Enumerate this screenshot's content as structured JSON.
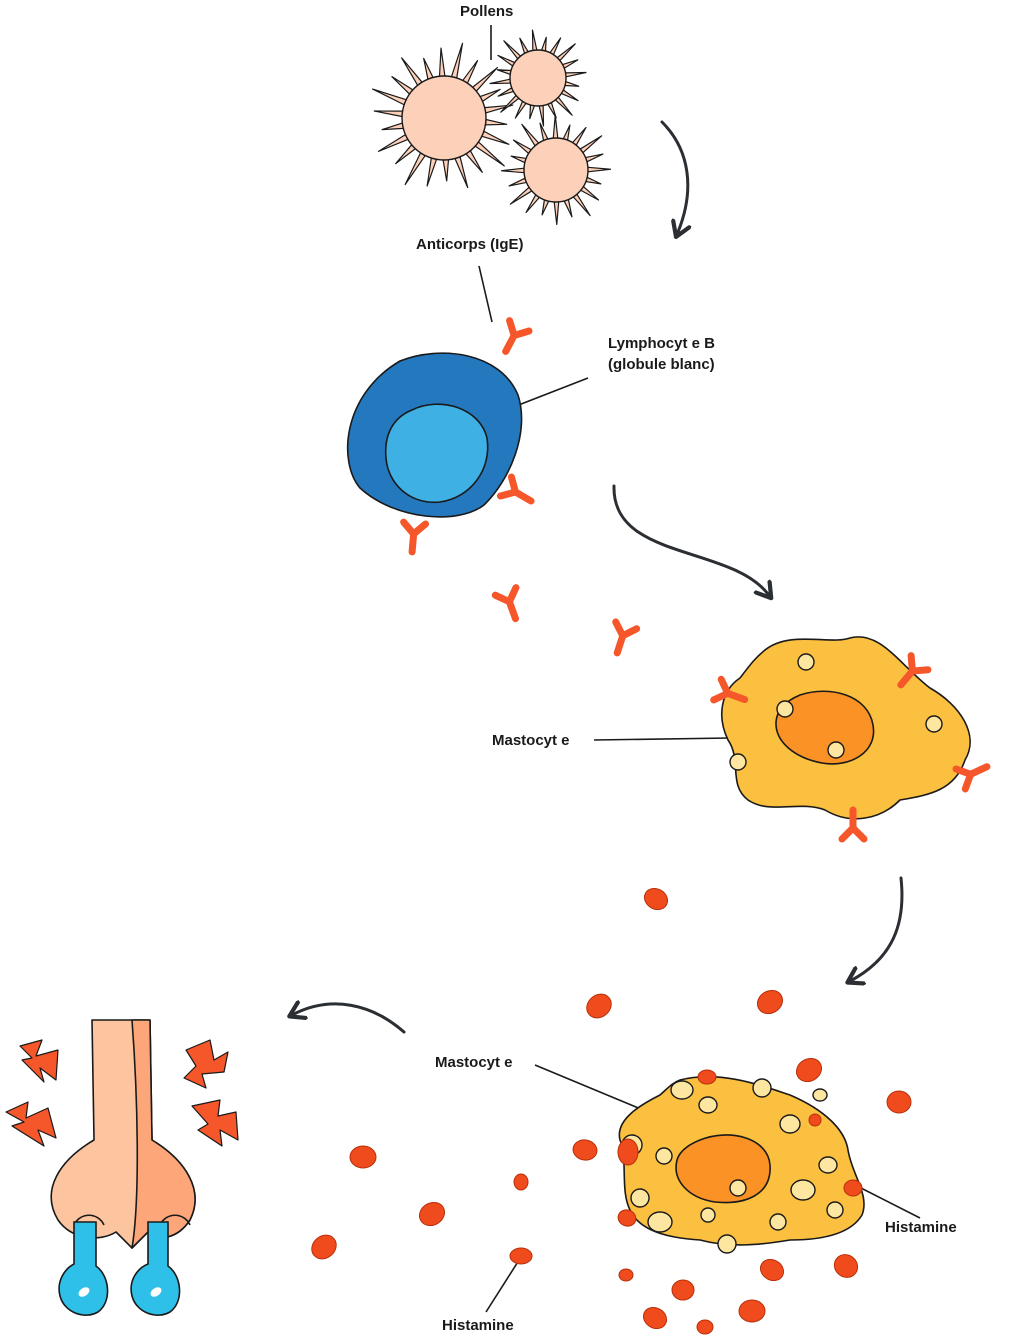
{
  "labels": {
    "pollens": "Pollens",
    "anticorps": "Anticorps (IgE)",
    "lymphocyte_line1": "Lymphocyt e B",
    "lymphocyte_line2": "(globule blanc)",
    "mastocyte_1": "Mastocyt e",
    "mastocyte_2": "Mastocyt e",
    "histamine_right": "Histamine",
    "histamine_bottom": "Histamine"
  },
  "colors": {
    "pollen": "#fdd0b9",
    "antibody": "#f5562a",
    "lymphocyte_outer": "#2478be",
    "lymphocyte_inner": "#3fb0e3",
    "mastocyte_body": "#fcc041",
    "mastocyte_nucleus": "#fb9226",
    "granule": "#fde7a0",
    "histamine": "#f04b1c",
    "nose": "#fcc5a0",
    "drop": "#2fc0ea",
    "arrow": "#2b2f33"
  },
  "icons": [
    "pollen-icon",
    "antibody-icon",
    "lymphocyte-icon",
    "mastocyte-icon",
    "histamine-icon",
    "runny-nose-icon",
    "irritation-spark-icon",
    "arrow-icon"
  ]
}
